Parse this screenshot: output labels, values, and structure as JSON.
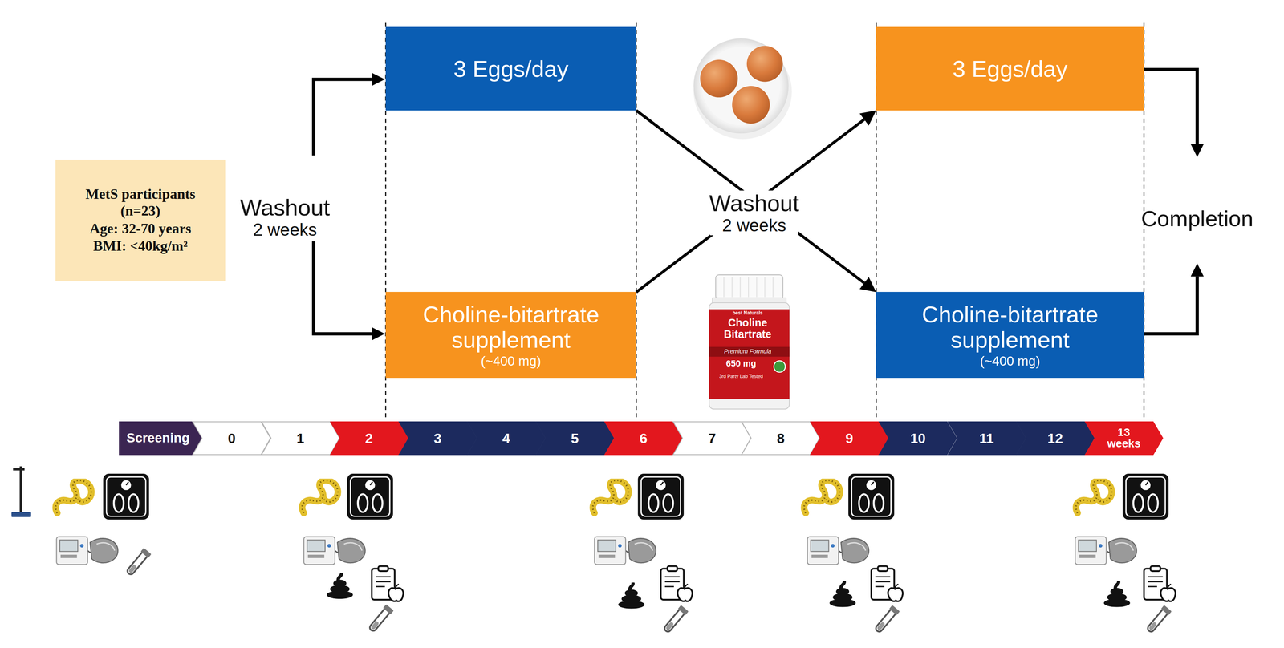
{
  "diagram": {
    "nodes": [
      {
        "text": [
          "MetS participants (n=23)",
          "Age: 32-70 years",
          "BMI: <40kg/m²"
        ]
      },
      {
        "text": [
          "3 Eggs/day"
        ]
      },
      {
        "text": [
          "Choline-bitartrate supplement",
          "(~400 mg)"
        ]
      },
      {
        "text": [
          "3 Eggs/day"
        ]
      },
      {
        "text": [
          "Choline-bitartrate supplement",
          "(~400 mg)"
        ]
      },
      {
        "text": [
          "Screening"
        ]
      },
      {
        "text": [
          "0"
        ]
      },
      {
        "text": [
          "1"
        ]
      },
      {
        "text": [
          "2"
        ]
      },
      {
        "text": [
          "3"
        ]
      },
      {
        "text": [
          "4"
        ]
      },
      {
        "text": [
          "5"
        ]
      },
      {
        "text": [
          "6"
        ]
      },
      {
        "text": [
          "7"
        ]
      },
      {
        "text": [
          "8"
        ]
      },
      {
        "text": [
          "9"
        ]
      },
      {
        "text": [
          "10"
        ]
      },
      {
        "text": [
          "11"
        ]
      },
      {
        "text": [
          "12"
        ]
      },
      {
        "text": [
          "13 weeks"
        ]
      }
    ],
    "edges": [
      {
        "from": 1,
        "to": 4,
        "arrow": "to"
      },
      {
        "from": 2,
        "to": 3,
        "arrow": "to"
      }
    ],
    "labels": [
      "Washout",
      "2 weeks",
      "Washout",
      "2 weeks",
      "Completion",
      "best Naturals",
      "Choline Bitartrate",
      "Premium Formula",
      "650 mg",
      "3rd Party Lab Tested"
    ]
  }
}
